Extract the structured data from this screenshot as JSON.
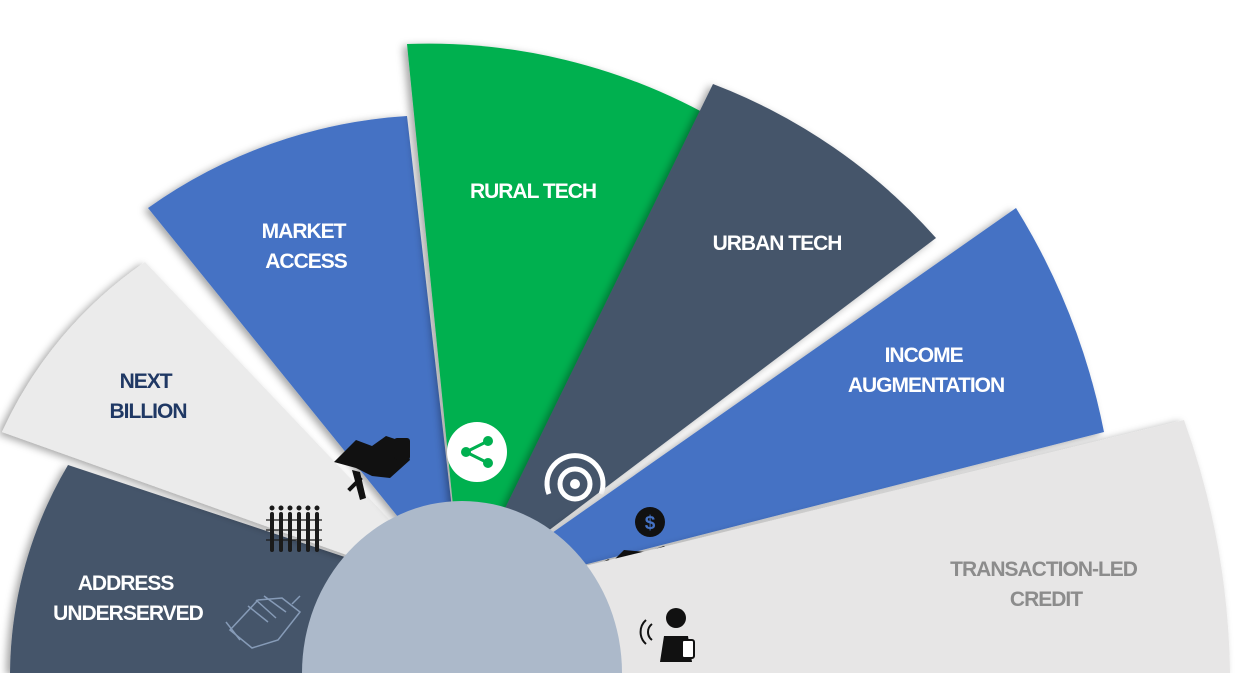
{
  "segments": [
    {
      "id": "address-underserved",
      "lines": [
        "ADDRESS",
        "UNDERSERVED"
      ],
      "color": "#44546a",
      "text_color": "#ffffff",
      "icon": "handshake-outline-icon"
    },
    {
      "id": "next-billion",
      "lines": [
        "NEXT",
        "BILLION"
      ],
      "color": "#ebebeb",
      "text_color": "#1f3864",
      "icon": "crowd-icon"
    },
    {
      "id": "market-access",
      "lines": [
        "MARKET",
        "ACCESS"
      ],
      "color": "#4472c4",
      "text_color": "#ffffff",
      "icon": "handshake-icon"
    },
    {
      "id": "rural-tech",
      "lines": [
        "RURAL TECH"
      ],
      "color": "#00b050",
      "text_color": "#ffffff",
      "icon": "share-icon"
    },
    {
      "id": "urban-tech",
      "lines": [
        "URBAN TECH"
      ],
      "color": "#44546a",
      "text_color": "#ffffff",
      "icon": "wireless-signal-icon"
    },
    {
      "id": "income-augmentation",
      "lines": [
        "INCOME",
        "AUGMENTATION"
      ],
      "color": "#4472c4",
      "text_color": "#ffffff",
      "icon": "money-hand-icon"
    },
    {
      "id": "transaction-led-credit",
      "lines": [
        "TRANSACTION-LED",
        "CREDIT"
      ],
      "color": "#e7e6e6",
      "text_color": "#8c8c8c",
      "icon": "contactless-payment-icon"
    }
  ],
  "hub_color": "#acb9ca"
}
